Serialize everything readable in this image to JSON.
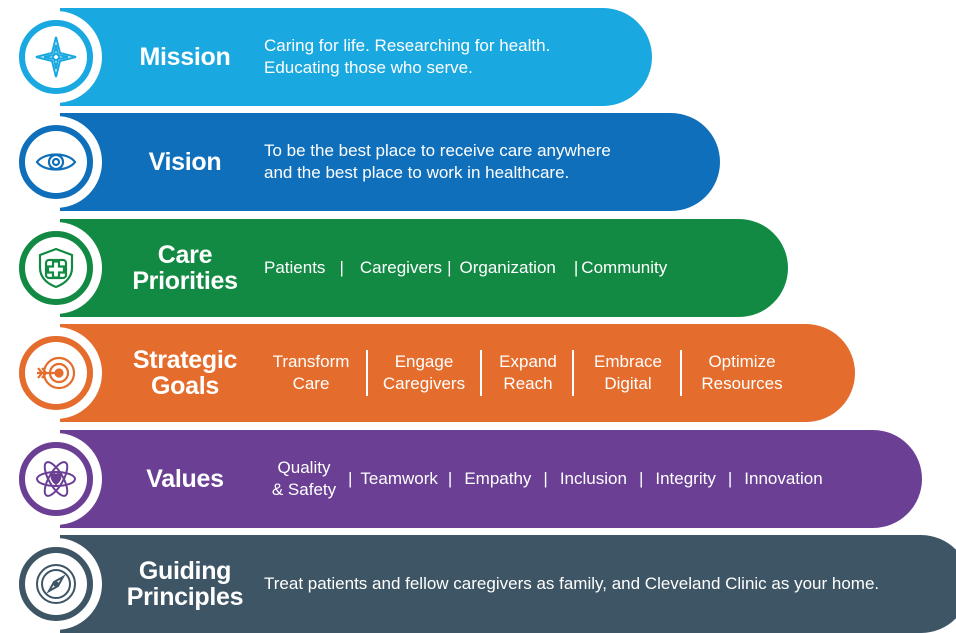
{
  "colors": {
    "mission": "#1aa8e0",
    "vision": "#0f6fba",
    "care": "#138a43",
    "strategic": "#e46c2c",
    "values": "#6a3f94",
    "guiding": "#3d5564"
  },
  "rows": [
    {
      "title_lines": [
        "Mission"
      ],
      "icon": "compass-star-icon",
      "description_lines": [
        "Caring for life. Researching for health.",
        "Educating those who serve."
      ]
    },
    {
      "title_lines": [
        "Vision"
      ],
      "icon": "eye-icon",
      "description_lines": [
        "To be the best place to receive care anywhere",
        "and the best place to work in healthcare."
      ]
    },
    {
      "title_lines": [
        "Care",
        "Priorities"
      ],
      "icon": "shield-cross-icon",
      "items": [
        "Patients",
        "Caregivers",
        "Organization",
        "Community"
      ]
    },
    {
      "title_lines": [
        "Strategic",
        "Goals"
      ],
      "icon": "target-icon",
      "items": [
        [
          "Transform",
          "Care"
        ],
        [
          "Engage",
          "Caregivers"
        ],
        [
          "Expand",
          "Reach"
        ],
        [
          "Embrace",
          "Digital"
        ],
        [
          "Optimize",
          "Resources"
        ]
      ]
    },
    {
      "title_lines": [
        "Values"
      ],
      "icon": "atom-heart-icon",
      "items": [
        [
          "Quality",
          "& Safety"
        ],
        [
          "Teamwork"
        ],
        [
          "Empathy"
        ],
        [
          "Inclusion"
        ],
        [
          "Integrity"
        ],
        [
          "Innovation"
        ]
      ]
    },
    {
      "title_lines": [
        "Guiding",
        "Principles"
      ],
      "icon": "compass-icon",
      "description_lines": [
        "Treat patients and fellow caregivers as family, and Cleveland Clinic as your home."
      ]
    }
  ]
}
